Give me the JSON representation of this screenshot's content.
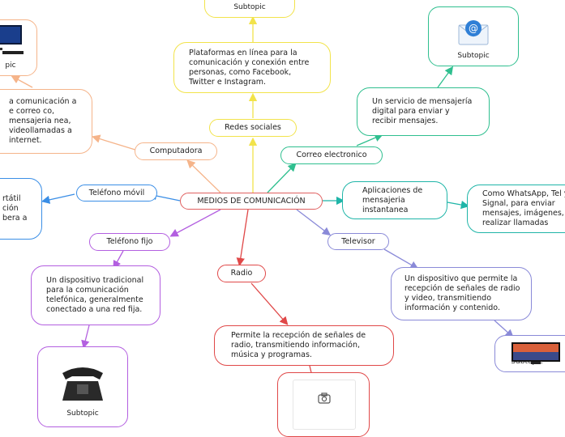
{
  "central": "MEDIOS DE COMUNICACIÓN",
  "topics": {
    "redes_sociales": "Redes sociales",
    "computadora": "Computadora",
    "correo": "Correo electronico",
    "telefono_movil": "Teléfono móvil",
    "aplicaciones": "Aplicaciones de mensajeria instantanea",
    "telefono_fijo": "Teléfono fijo",
    "televisor": "Televisor",
    "radio": "Radio"
  },
  "details": {
    "redes_sociales": "Plataformas en línea para la comunicación y conexión entre personas, como Facebook, Twitter e Instagram.",
    "computadora": "a comunicación a e correo co, mensajeria nea, videollamadas a internet.",
    "correo": "Un servicio de mensajería digital para enviar y recibir mensajes.",
    "telefono_movil": "rtátil ción bera a",
    "aplicaciones": "Como WhatsApp, Tel y Signal, para enviar mensajes, imágenes, y realizar llamadas",
    "telefono_fijo": "Un dispositivo tradicional para la comunicación telefónica, generalmente conectado a una red fija.",
    "televisor": "Un dispositivo que permite la recepción de señales de radio y video, transmitiendo información y contenido.",
    "radio": "Permite la recepción de señales de radio, transmitiendo información, música y programas."
  },
  "subtopics": {
    "top": "Subtopic",
    "correo": "Subtopic",
    "computadora": "pic",
    "telefono_fijo": "Subtopic",
    "televisor": "Subtopic"
  },
  "colors": {
    "central": "#e06060",
    "redes_sociales": "#f2e34a",
    "computadora": "#f5b48a",
    "correo": "#2fbf8f",
    "telefono_movil": "#3a8ee6",
    "aplicaciones": "#1fb5a8",
    "telefono_fijo": "#b35fe0",
    "televisor": "#8a8ad8",
    "radio": "#e04848"
  }
}
